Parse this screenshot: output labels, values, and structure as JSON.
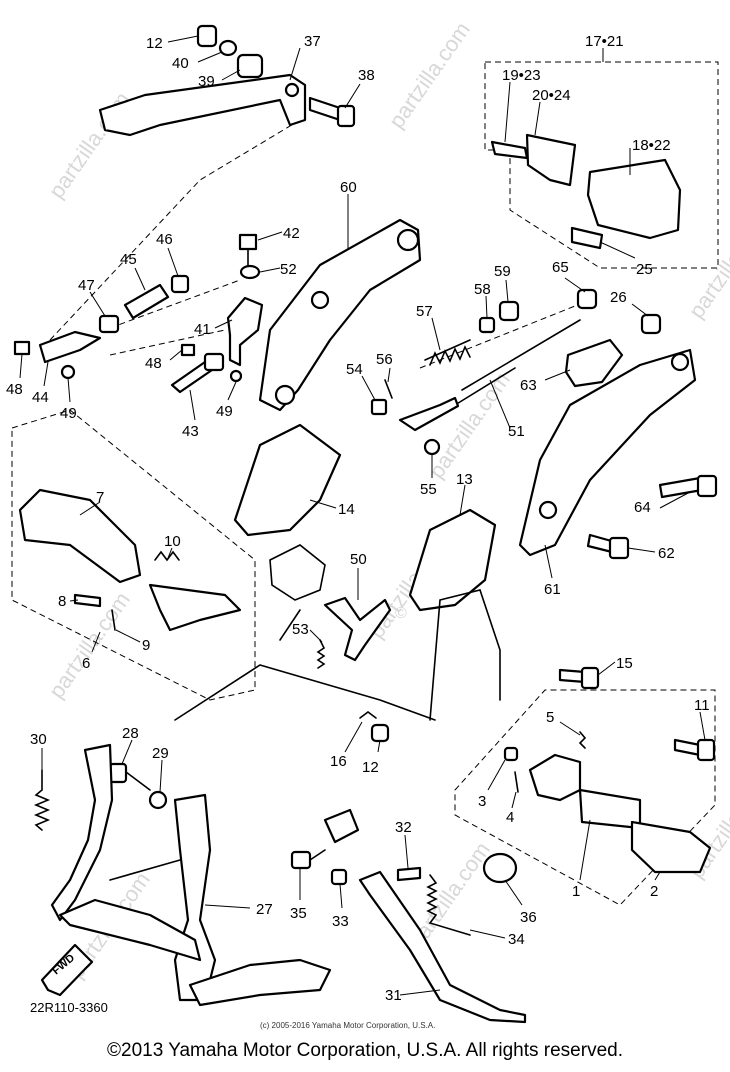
{
  "callouts": {
    "c1": "1",
    "c2": "2",
    "c3": "3",
    "c4": "4",
    "c5": "5",
    "c6": "6",
    "c7": "7",
    "c8": "8",
    "c9": "9",
    "c10": "10",
    "c11": "11",
    "c12a": "12",
    "c12b": "12",
    "c13": "13",
    "c14": "14",
    "c15": "15",
    "c16": "16",
    "c17_21": "17•21",
    "c18_22": "18•22",
    "c19_23": "19•23",
    "c20_24": "20•24",
    "c25": "25",
    "c26": "26",
    "c27": "27",
    "c28": "28",
    "c29": "29",
    "c30": "30",
    "c31": "31",
    "c32": "32",
    "c33": "33",
    "c34": "34",
    "c35": "35",
    "c36": "36",
    "c37": "37",
    "c38": "38",
    "c39": "39",
    "c40": "40",
    "c41": "41",
    "c42": "42",
    "c43": "43",
    "c44": "44",
    "c45": "45",
    "c46": "46",
    "c47": "47",
    "c48a": "48",
    "c48b": "48",
    "c49a": "49",
    "c49b": "49",
    "c50": "50",
    "c51": "51",
    "c52": "52",
    "c53": "53",
    "c54": "54",
    "c55": "55",
    "c56": "56",
    "c57": "57",
    "c58": "58",
    "c59": "59",
    "c60": "60",
    "c61": "61",
    "c62": "62",
    "c63": "63",
    "c64": "64",
    "c65": "65"
  },
  "diagram_code": "22R110-3360",
  "fwd_label": "FWD",
  "small_copyright": "(c) 2005-2016 Yamaha Motor Corporation, U.S.A.",
  "watermark": "partzilla.com",
  "watermark_symbol": "©",
  "footer_copyright": "©2013 Yamaha Motor Corporation, U.S.A. All rights reserved."
}
